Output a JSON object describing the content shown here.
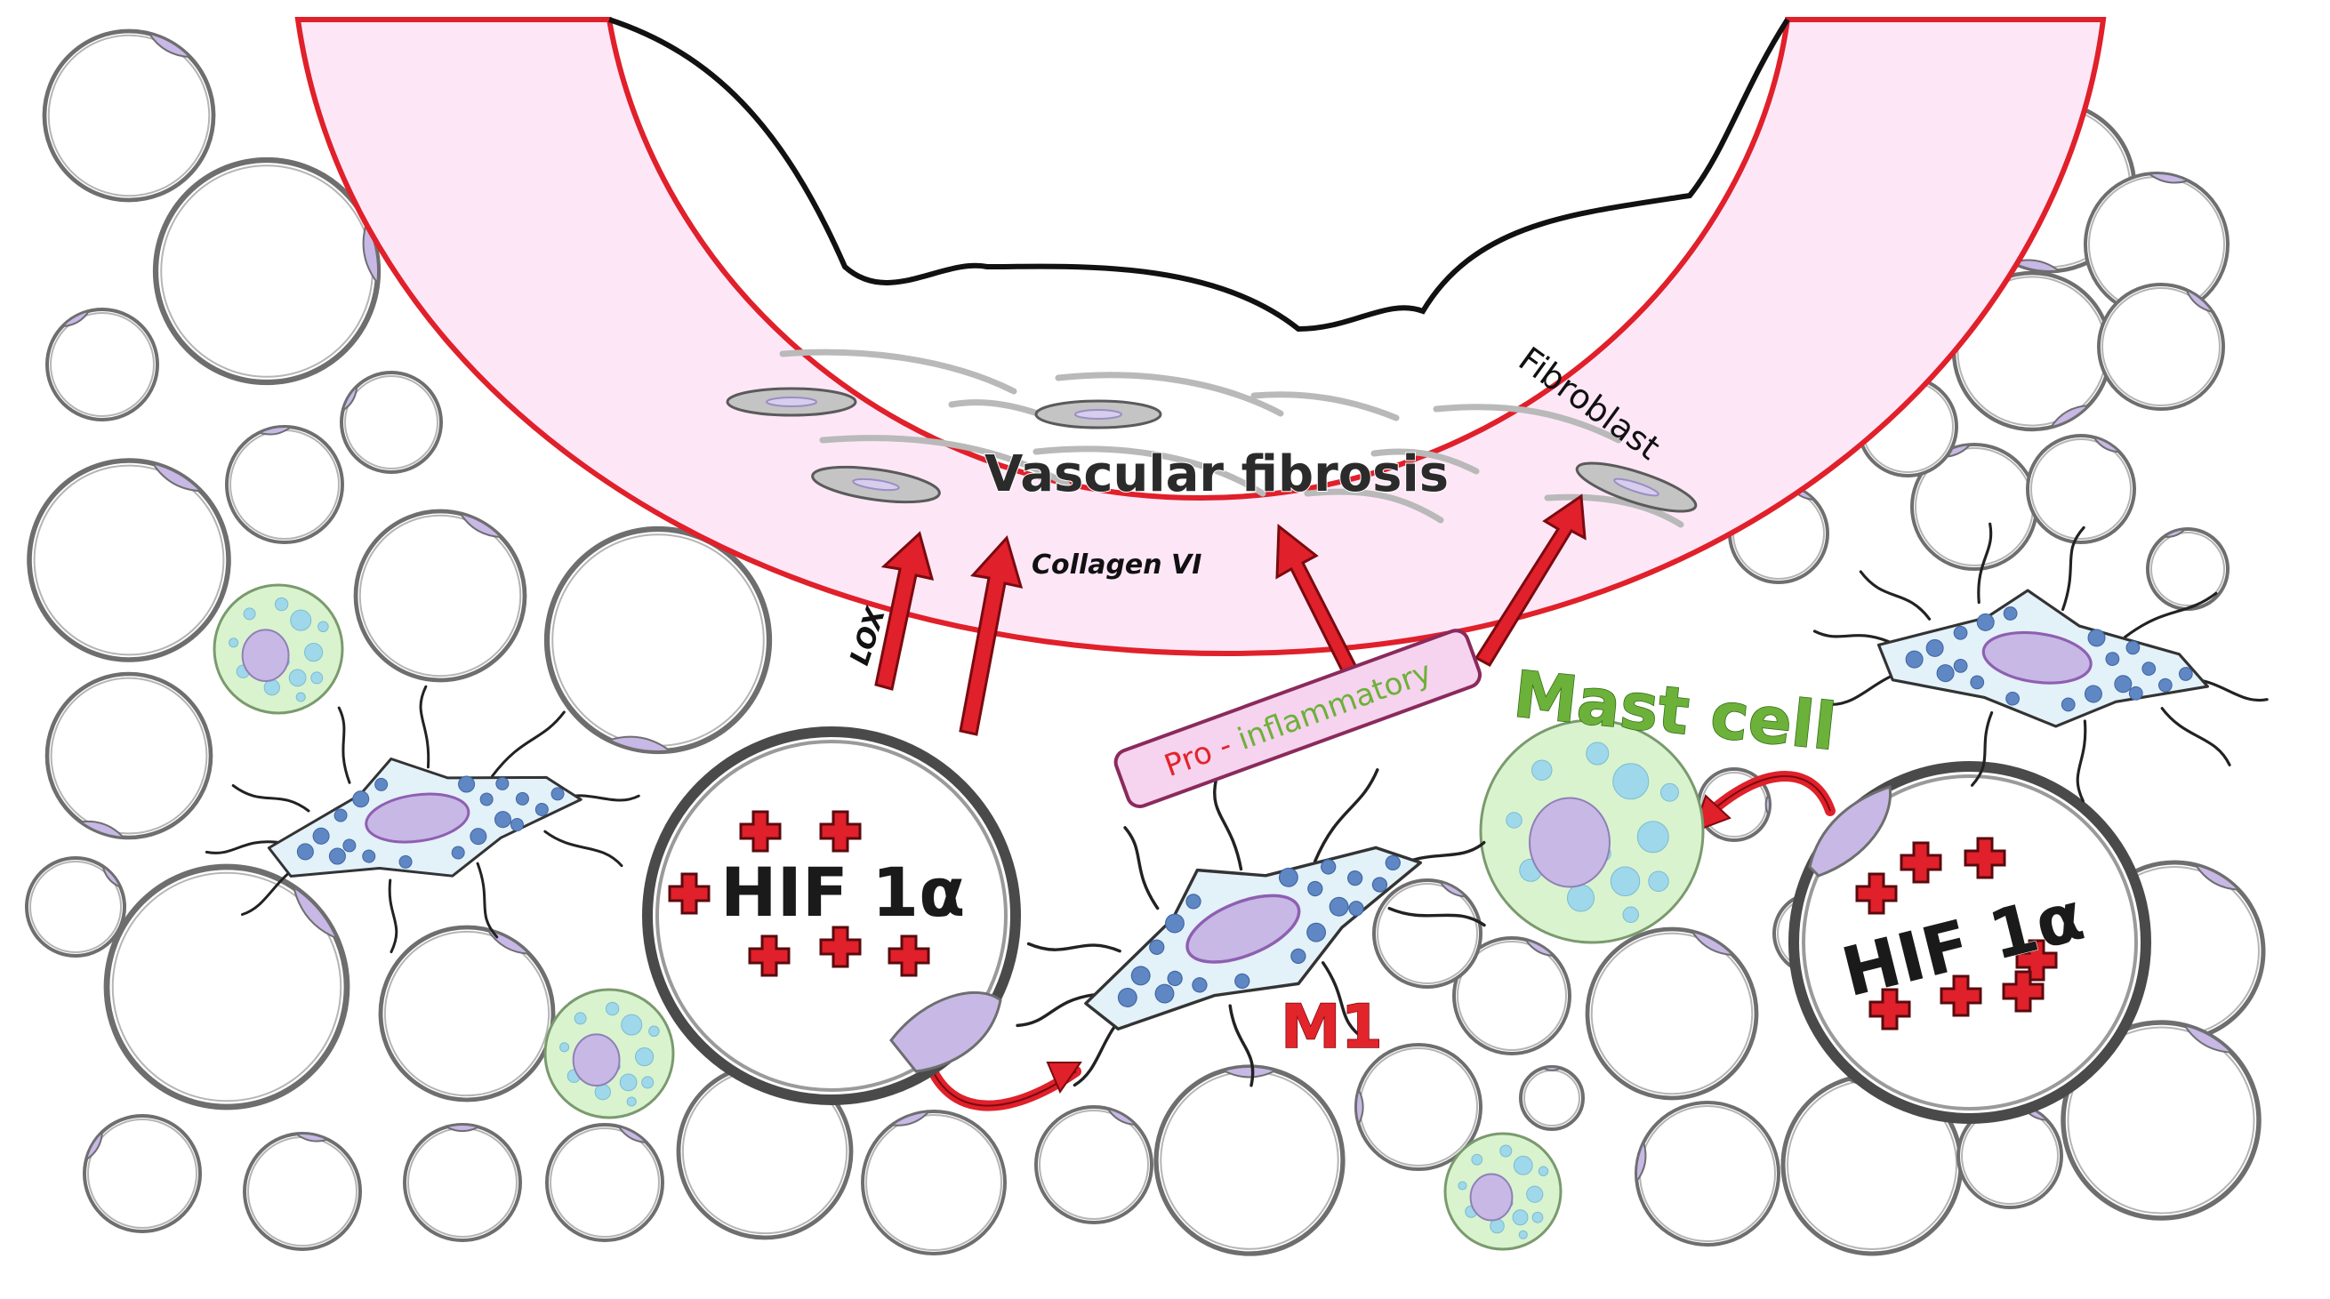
{
  "labels": {
    "vascular_fibrosis": "Vascular fibrosis",
    "collagen_vi": "Collagen VI",
    "lox": "LOX",
    "fibroblast": "Fibroblast",
    "mast_cell": "Mast cell",
    "pro_inflammatory_pro": "Pro - ",
    "pro_inflammatory_inflammatory": "inflammatory",
    "m1": "M1",
    "hif_left": "HIF 1α",
    "hif_right": "HIF 1α"
  },
  "colors": {
    "vessel_wall_fill": "#fde7f7",
    "vessel_wall_stroke": "#e0202a",
    "arrow_red": "#e0202a",
    "adipocyte_stroke": "#6e6e6e",
    "nucleus_purple": "#c7b8e6",
    "mast_cell_fill": "#d9f3cf",
    "mast_granule": "#9fd8ea",
    "macrophage_fill": "#e3f1f8",
    "macrophage_dots": "#5f87c4",
    "label_green": "#6cb13a",
    "label_red": "#e2242b",
    "label_box_fill": "#f6d3ee"
  }
}
